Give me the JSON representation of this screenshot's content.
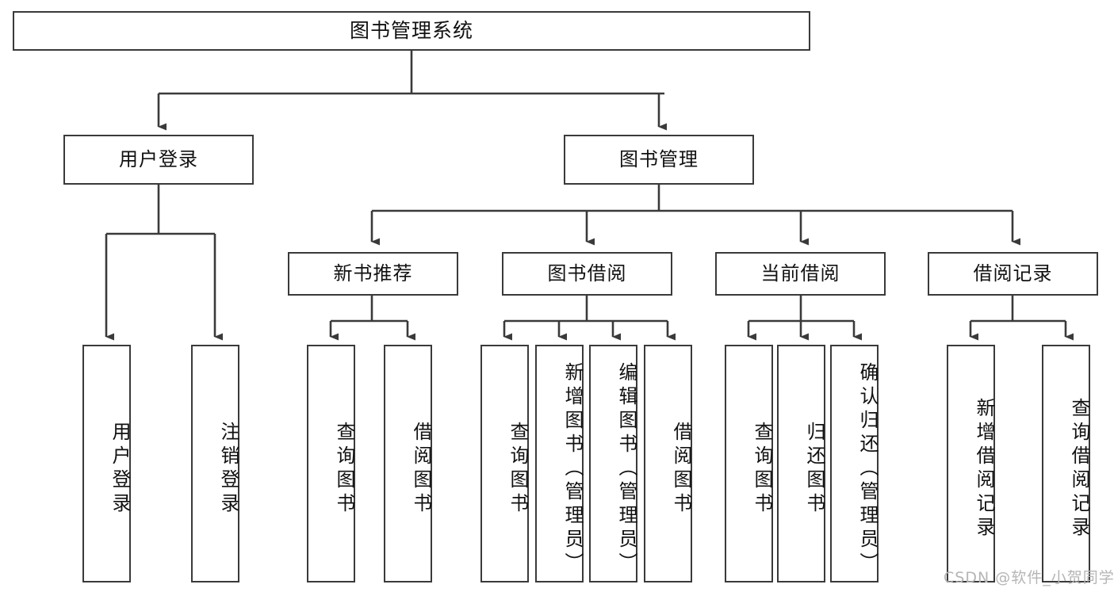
{
  "diagram": {
    "title": "图书管理系统",
    "watermark": "CSDN @软件_小贺同学",
    "line_color": "#3a3a3a",
    "box_fill": "#ffffff",
    "text_color": "#111111",
    "watermark_color": "#b5b5b5"
  },
  "nodes": {
    "root": {
      "label": "图书管理系统"
    },
    "level1": [
      {
        "label": "用户登录"
      },
      {
        "label": "图书管理"
      }
    ],
    "level2": [
      {
        "label": "新书推荐"
      },
      {
        "label": "图书借阅"
      },
      {
        "label": "当前借阅"
      },
      {
        "label": "借阅记录"
      }
    ],
    "leaves": {
      "user_login": [
        {
          "label": "用户登录"
        },
        {
          "label": "注销登录"
        }
      ],
      "new_book_recommend": [
        {
          "label": "查询图书"
        },
        {
          "label": "借阅图书"
        }
      ],
      "book_borrow": [
        {
          "label": "查询图书"
        },
        {
          "label": "新增图书（管理员）"
        },
        {
          "label": "编辑图书（管理员）"
        },
        {
          "label": "借阅图书"
        }
      ],
      "current_borrow": [
        {
          "label": "查询图书"
        },
        {
          "label": "归还图书"
        },
        {
          "label": "确认归还（管理员）"
        }
      ],
      "borrow_record": [
        {
          "label": "新增借阅记录"
        },
        {
          "label": "查询借阅记录"
        }
      ]
    }
  }
}
